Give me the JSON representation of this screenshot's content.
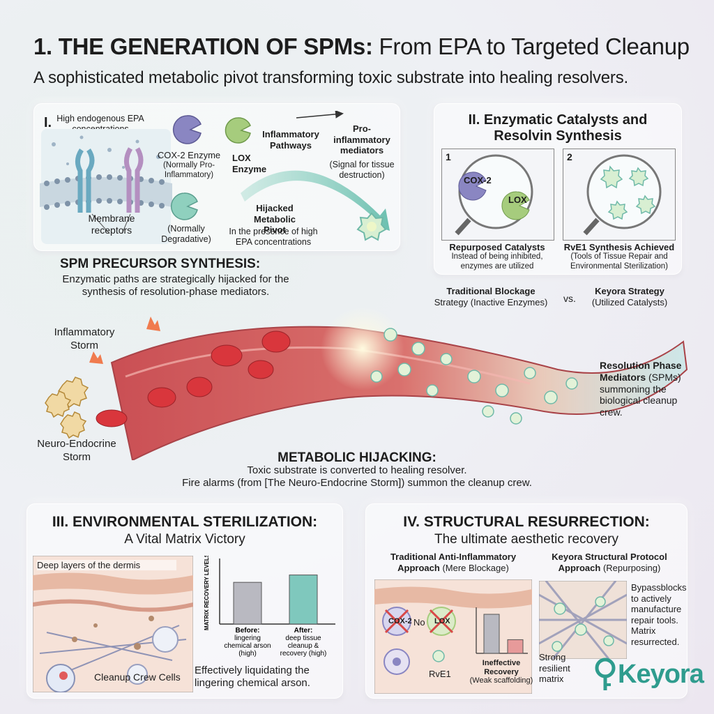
{
  "header": {
    "title_bold": "1. THE GENERATION OF SPMs:",
    "title_rest": "From EPA to Targeted Cleanup",
    "subtitle": "A sophisticated metabolic pivot transforming toxic substrate into healing resolvers."
  },
  "panel1": {
    "roman": "I.",
    "epa_label": "High endogenous EPA concentrations",
    "membrane_label": "Membrane receptors",
    "cox2_name": "COX-2 Enzyme",
    "cox2_note": "(Normally Pro-Inflammatory)",
    "lox_name": "LOX Enzyme",
    "degradative_note": "(Normally Degradative)",
    "inflammatory_pathways": "Inflammatory Pathways",
    "pro_mediators": "Pro-inflammatory mediators",
    "pro_mediators_note": "(Signal for tissue destruction)",
    "pivot_title": "Hijacked Metabolic Pivot",
    "pivot_note": "In the presence of high EPA concentrations"
  },
  "panel2": {
    "title": "II. Enzymatic Catalysts and Resolvin Synthesis",
    "circle1_num": "1",
    "circle2_num": "2",
    "cox2": "COX-2",
    "lox": "LOX",
    "cap1_title": "Repurposed Catalysts",
    "cap1_note": "Instead of being inhibited, enzymes are utilized",
    "cap2_title": "RvE1 Synthesis Achieved",
    "cap2_note": "(Tools of Tissue Repair and Environmental Sterilization)",
    "compare_left_bold": "Traditional Blockage",
    "compare_left": "Strategy (Inactive Enzymes)",
    "vs": "vs.",
    "compare_right_bold": "Keyora Strategy",
    "compare_right": "(Utilized Catalysts)"
  },
  "middle": {
    "spm_title": "SPM PRECURSOR SYNTHESIS:",
    "spm_text": "Enzymatic paths are strategically hijacked for the synthesis of resolution-phase mediators.",
    "inflammatory_storm": "Inflammatory Storm",
    "neuro_storm": "Neuro-Endocrine Storm",
    "resolution_bold": "Resolution Phase Mediators",
    "resolution_abbr": "(SPMs)",
    "resolution_text": "summoning the biological cleanup crew.",
    "hijack_title": "METABOLIC HIJACKING:",
    "hijack_line1": "Toxic substrate is converted to healing resolver.",
    "hijack_line2": "Fire alarms (from [The Neuro-Endocrine Storm]) summon the cleanup crew."
  },
  "panel3": {
    "title_line1": "III. ENVIRONMENTAL STERILIZATION:",
    "title_line2": "A Vital Matrix Victory",
    "dermis_label": "Deep layers of the dermis",
    "cells_label": "Cleanup Crew Cells",
    "caption": "Effectively liquidating the lingering chemical arson."
  },
  "panel4": {
    "title_line1": "IV. STRUCTURAL RESURRECTION:",
    "title_line2": "The ultimate aesthetic recovery",
    "trad_bold": "Traditional Anti-Inflammatory Approach",
    "trad_note": "(Mere Blockage)",
    "keyora_bold": "Keyora Structural Protocol Approach",
    "keyora_note": "(Repurposing)",
    "cox2_crossed": "COX-2",
    "no": "No",
    "lox_crossed": "LOX",
    "rve1": "RvE1",
    "ineffective_bold": "Ineffective Recovery",
    "ineffective_note": "(Weak scaffolding)",
    "keyora_text": "Bypassblocks to actively manufacture repair tools. Matrix resurrected.",
    "strong": "Strong resilient matrix"
  },
  "brand": {
    "logo": "Keyora",
    "color": "#2f9c8e"
  },
  "colors": {
    "teal": "#7fc8bd",
    "gray_bar": "#b9b9c1",
    "red_bar": "#e79a9a",
    "cox": "#8a86c2",
    "lox": "#a6cc7d",
    "blood": "#d9363c"
  },
  "chart_data": [
    {
      "type": "bar",
      "title": "",
      "ylabel": "MATRIX RECOVERY LEVELS",
      "categories": [
        "Before: lingering chemical arson (high)",
        "After: deep tissue cleanup & recovery (high)"
      ],
      "values": [
        68,
        80
      ],
      "ylim": [
        0,
        100
      ],
      "grid": false
    },
    {
      "type": "bar",
      "title": "",
      "categories": [
        "",
        "Ineffective Recovery (Weak scaffolding)"
      ],
      "values": [
        100,
        35
      ],
      "ylim": [
        0,
        100
      ],
      "grid": false
    }
  ]
}
